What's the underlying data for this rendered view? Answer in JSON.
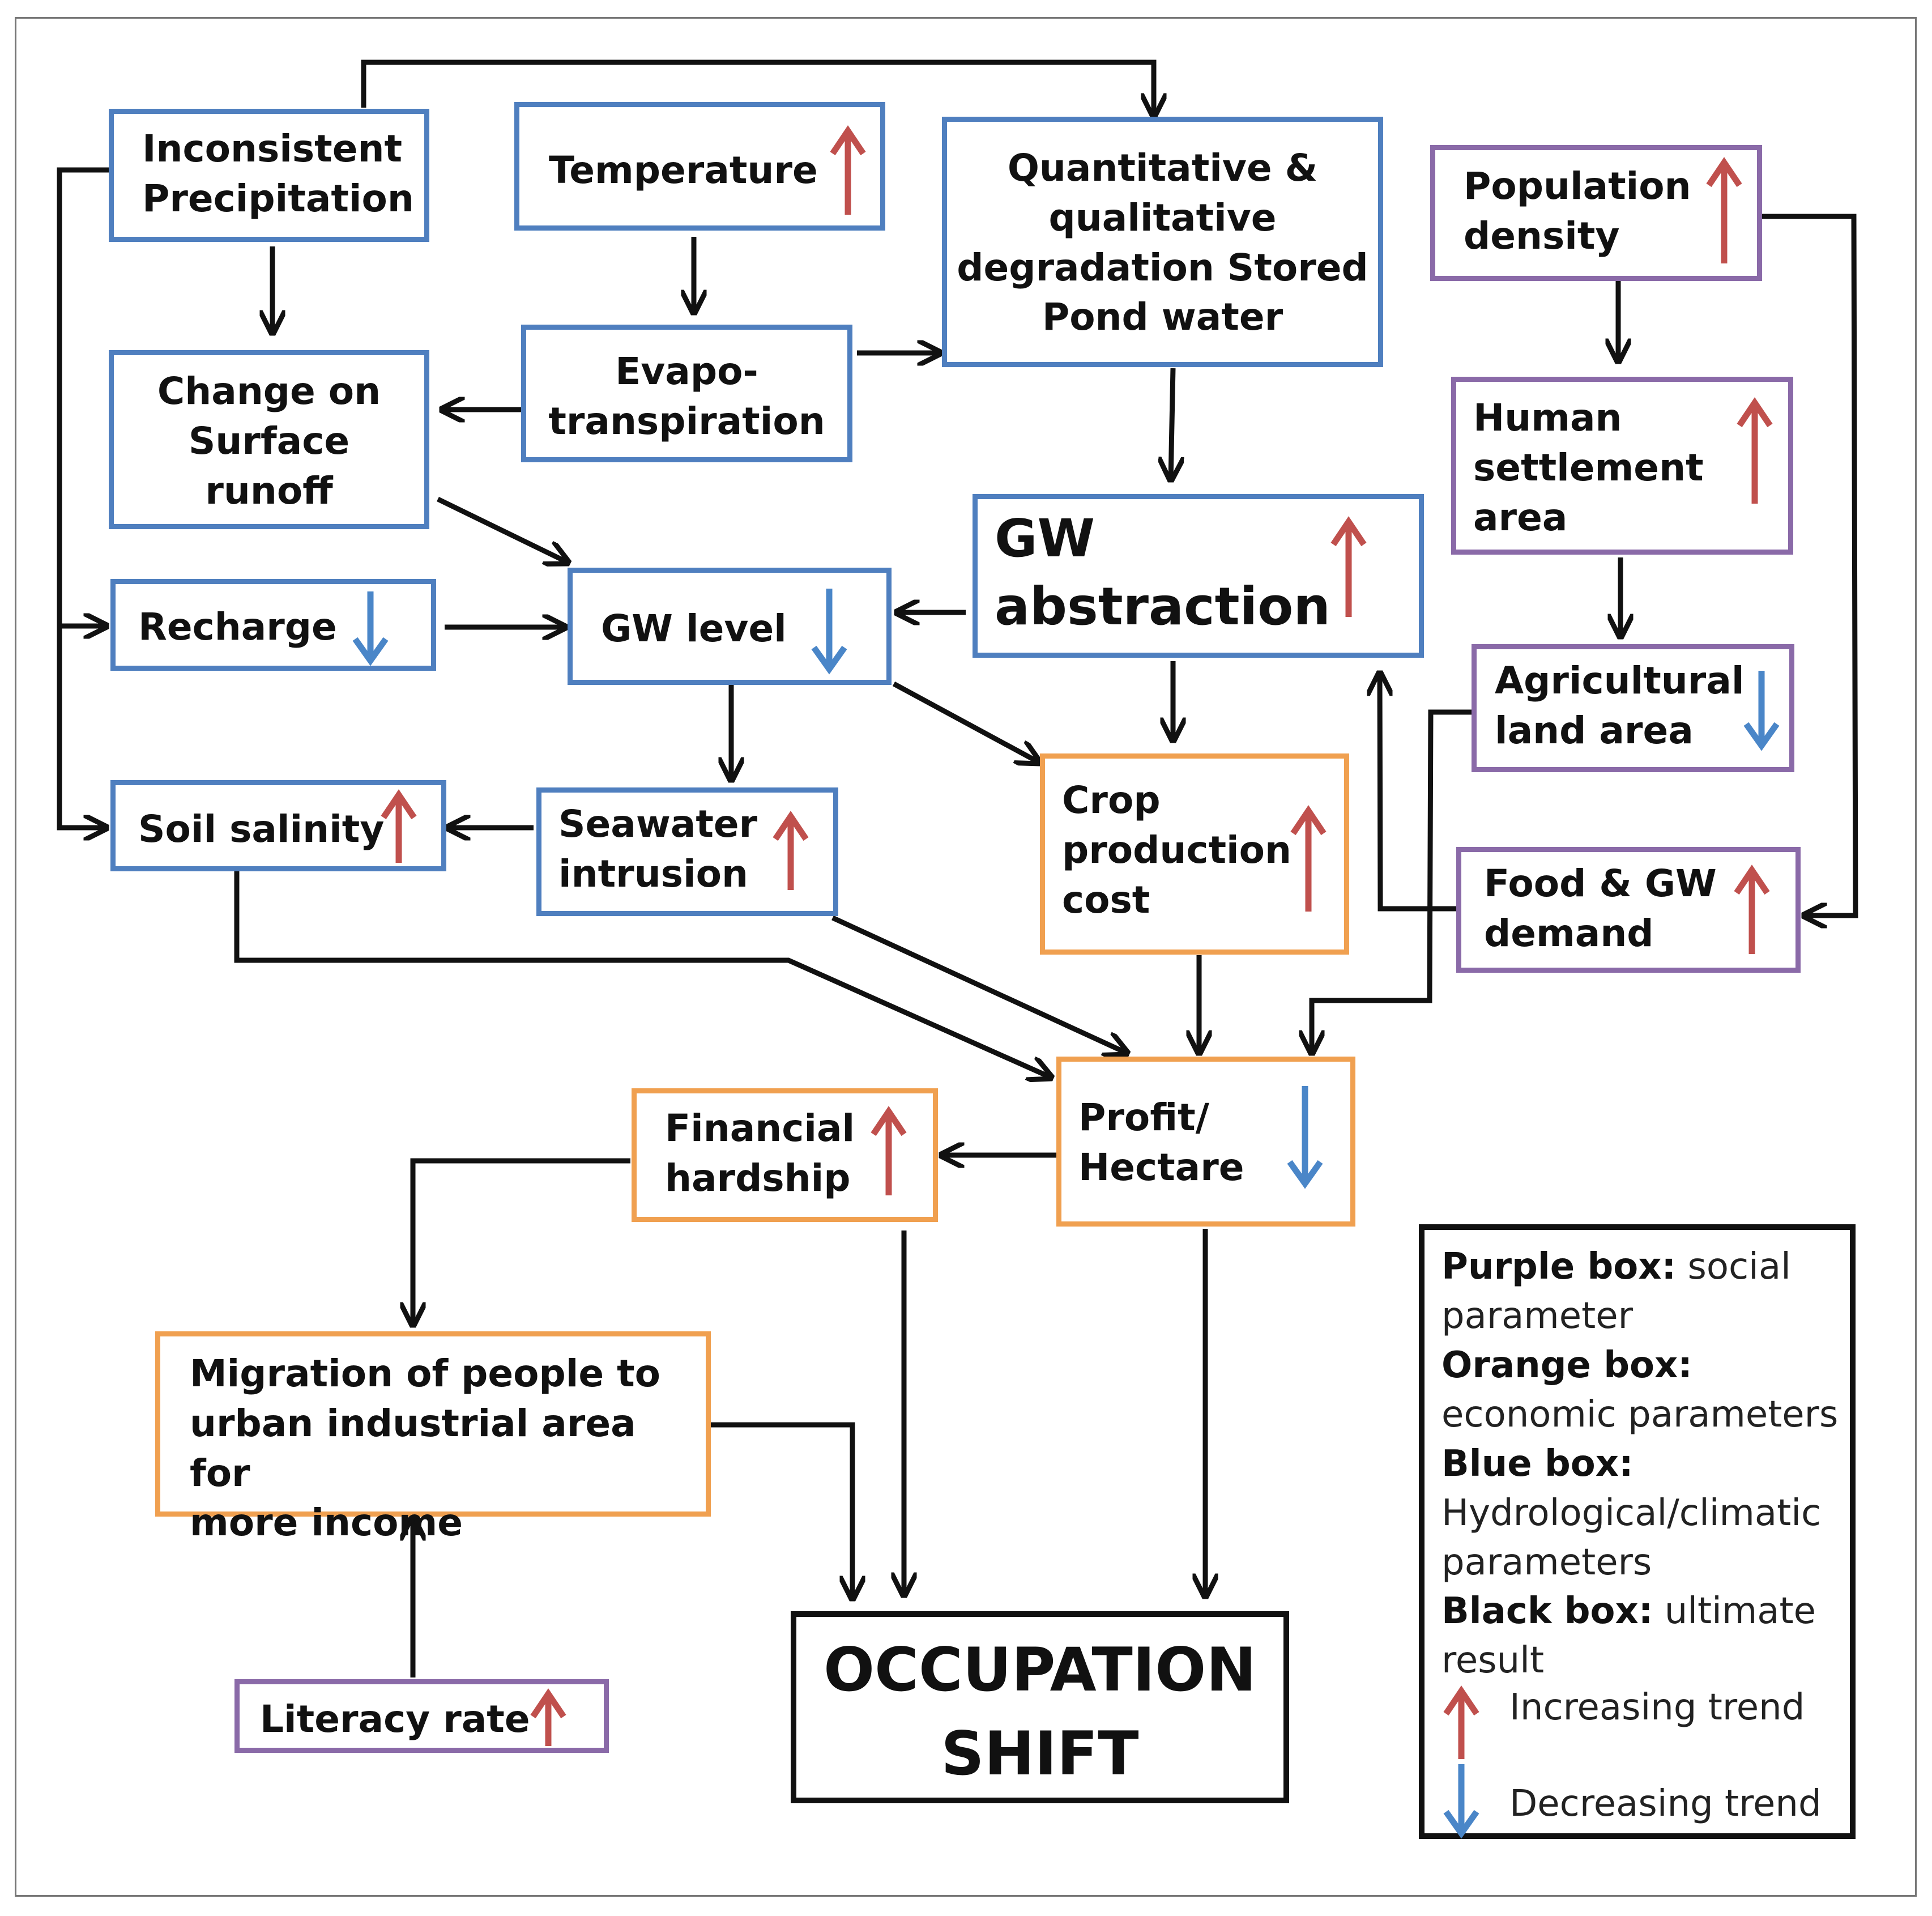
{
  "colors": {
    "hydro_blue": "#4f7fbf",
    "economic_orange": "#f0a050",
    "social_purple": "#8a6aa8",
    "result_black": "#111111",
    "up_red": "#c0504d",
    "down_blue": "#4a86c8"
  },
  "nodes": {
    "inconsistent_precipitation": {
      "label": "Inconsistent\nPrecipitation",
      "category": "hydro"
    },
    "temperature": {
      "label": "Temperature",
      "category": "hydro",
      "trend": "up"
    },
    "degradation_pond_water": {
      "label": "Quantitative &\nqualitative\ndegradation Stored\nPond water",
      "category": "hydro"
    },
    "population_density": {
      "label": "Population\ndensity",
      "category": "social",
      "trend": "up"
    },
    "surface_runoff": {
      "label": "Change on\nSurface\nrunoff",
      "category": "hydro"
    },
    "evapotranspiration": {
      "label": "Evapo-\ntranspiration",
      "category": "hydro"
    },
    "human_settlement": {
      "label": "Human\nsettlement\narea",
      "category": "social",
      "trend": "up"
    },
    "gw_abstraction": {
      "label": "GW\nabstraction",
      "category": "hydro",
      "trend": "up"
    },
    "recharge": {
      "label": "Recharge",
      "category": "hydro",
      "trend": "down"
    },
    "gw_level": {
      "label": "GW level",
      "category": "hydro",
      "trend": "down"
    },
    "agricultural_land": {
      "label": "Agricultural\nland area",
      "category": "social",
      "trend": "down"
    },
    "soil_salinity": {
      "label": "Soil salinity",
      "category": "hydro",
      "trend": "up"
    },
    "seawater_intrusion": {
      "label": "Seawater\nintrusion",
      "category": "hydro",
      "trend": "up"
    },
    "crop_production_cost": {
      "label": "Crop\nproduction\ncost",
      "category": "economic",
      "trend": "up"
    },
    "food_gw_demand": {
      "label": "Food & GW\ndemand",
      "category": "social",
      "trend": "up"
    },
    "financial_hardship": {
      "label": "Financial\nhardship",
      "category": "economic",
      "trend": "up"
    },
    "profit_hectare": {
      "label": "Profit/\nHectare",
      "category": "economic",
      "trend": "down"
    },
    "migration": {
      "label": "Migration of people to\nurban industrial area for\nmore income",
      "category": "economic"
    },
    "occupation_shift": {
      "label": "OCCUPATION\nSHIFT",
      "category": "result"
    },
    "literacy_rate": {
      "label": "Literacy rate",
      "category": "social",
      "trend": "up"
    }
  },
  "legend": {
    "purple_key": "Purple box:",
    "purple_desc": " social parameter",
    "orange_key": "Orange box:",
    "orange_desc": "economic parameters",
    "blue_key": "Blue box:",
    "blue_desc": "Hydrological/climatic parameters",
    "black_key": "Black box:",
    "black_desc": " ultimate result",
    "increasing": "Increasing trend",
    "decreasing": "Decreasing trend"
  }
}
